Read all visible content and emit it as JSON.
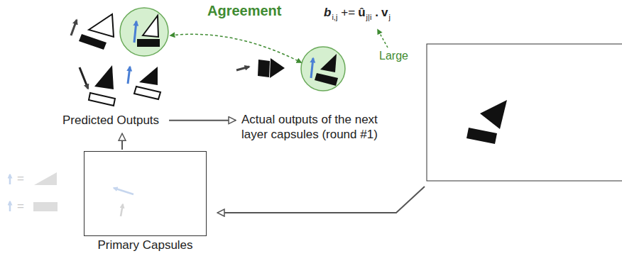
{
  "diagram": {
    "nodes": [
      {
        "text": [
          "Primary Capsules"
        ]
      },
      {
        "text": [
          "Predicted Outputs"
        ]
      },
      {
        "text": [
          "Actual outputs of the next layer capsules (round #1)"
        ]
      }
    ],
    "edges": [
      {
        "from": 0,
        "to": 1,
        "arrow": "to"
      },
      {
        "from": 1,
        "to": 2,
        "arrow": "to"
      }
    ],
    "labels": [
      "Agreement",
      "b",
      "i,j",
      "+=",
      "û",
      "j|i",
      ".",
      "v",
      "j",
      "Large"
    ],
    "legend": [
      {
        "text": "="
      },
      {
        "text": "="
      }
    ]
  }
}
